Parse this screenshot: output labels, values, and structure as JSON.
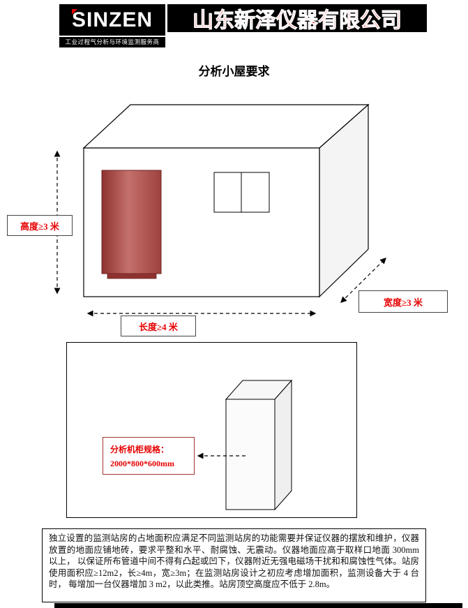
{
  "header": {
    "logo_text": "SINZEN",
    "logo_tagline": "工业过程气分析与环境监测服务商",
    "company_name": "山东新泽仪器有限公司"
  },
  "title": "分析小屋要求",
  "house_diagram": {
    "height_label": "高度≥3 米",
    "length_label": "长度≥4 米",
    "width_label": "宽度≥3 米"
  },
  "cabinet_diagram": {
    "spec_title": "分析机柜规格：",
    "spec_value": "2000*800*600mm"
  },
  "requirements": "独立设置的监测站房的占地面积应满足不同监测站房的功能需要并保证仪器的摆放和维护，仪器放置的地面应铺地砖，要求平整和水平、耐腐蚀、无震动。仪器地面应高于取样口地面 300mm 以上， 以保证所布管道中间不得有凸起或凹下，仪器附近无强电磁场干扰和和腐蚀性气体。站房使用面积应≥12m2，长≥4m，宽≥3m；在监测站房设计之初应考虑增加面积，监测设备大于 4 台时， 每增加一台仪器增加 3 m2，以此类推。站房顶空高度应不低于 2.8m。",
  "colors": {
    "accent_red": "#e60000",
    "label_red": "#cc0000",
    "cabinet_fill": "#b5504c",
    "banner_bg": "#000000"
  }
}
